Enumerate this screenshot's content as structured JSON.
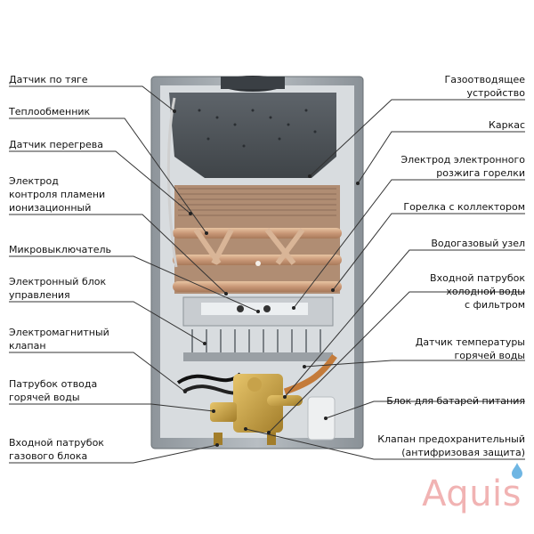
{
  "labels_left": [
    {
      "id": "draft-sensor",
      "text": "Датчик по тяге"
    },
    {
      "id": "heat-exchanger",
      "text": "Теплообменник"
    },
    {
      "id": "overheat-sensor",
      "text": "Датчик перегрева"
    },
    {
      "id": "ionization-electrode",
      "text": "Электрод\nконтроля пламени\nионизационный"
    },
    {
      "id": "microswitch",
      "text": "Микровыключатель"
    },
    {
      "id": "control-unit",
      "text": "Электронный блок\nуправления"
    },
    {
      "id": "solenoid-valve",
      "text": "Электромагнитный\nклапан"
    },
    {
      "id": "hot-water-outlet",
      "text": "Патрубок отвода\nгорячей воды"
    },
    {
      "id": "gas-inlet",
      "text": "Входной патрубок\nгазового блока"
    }
  ],
  "labels_right": [
    {
      "id": "flue-device",
      "text": "Газоотводящее\nустройство"
    },
    {
      "id": "frame",
      "text": "Каркас"
    },
    {
      "id": "ignition-electrode",
      "text": "Электрод электронного\nрозжига горелки"
    },
    {
      "id": "burner",
      "text": "Горелка с коллектором"
    },
    {
      "id": "water-gas-unit",
      "text": "Водогазовый узел"
    },
    {
      "id": "cold-water-inlet",
      "text": "Входной патрубок\nхолодной воды\nс фильтром"
    },
    {
      "id": "hot-water-temp-sensor",
      "text": "Датчик температуры\nгорячей воды"
    },
    {
      "id": "battery-box",
      "text": "Блок для батарей питания"
    },
    {
      "id": "safety-valve",
      "text": "Клапан предохранительный\n(антифризовая защита)"
    }
  ],
  "brand": {
    "text": "Aquis"
  },
  "colors": {
    "label": "#111111",
    "leader": "#333333",
    "brand": "#f1b3b3",
    "drop": "#6fb6e3"
  }
}
